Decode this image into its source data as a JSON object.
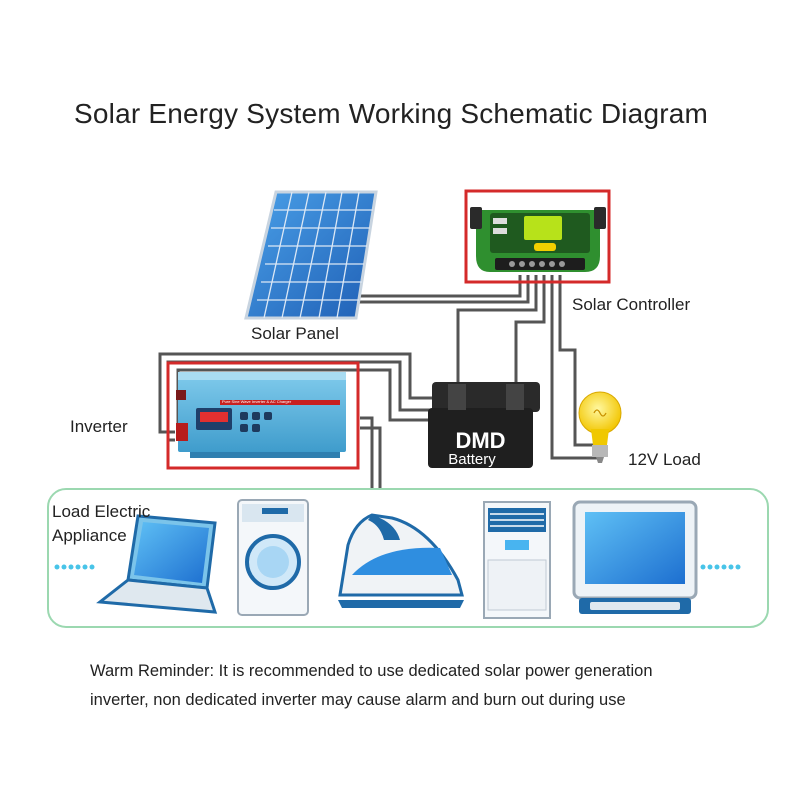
{
  "title": "Solar Energy System Working Schematic Diagram",
  "labels": {
    "solar_panel": "Solar Panel",
    "solar_controller": "Solar Controller",
    "inverter": "Inverter",
    "battery_brand": "DMD",
    "battery": "Battery",
    "load_12v": "12V Load",
    "load_appliance_line1": "Load Electric",
    "load_appliance_line2": "Appliance"
  },
  "inverter_face_text": "Pure Sine Wave Inverter & AC Charger",
  "reminder": {
    "line1": "Warm Reminder: It is recommended to use dedicated solar power generation",
    "line2": "inverter, non dedicated inverter may cause alarm and burn out during use"
  },
  "appliances": [
    "laptop-icon",
    "washing-machine-icon",
    "iron-icon",
    "air-conditioner-icon",
    "tv-icon"
  ],
  "colors": {
    "highlight_box": "#d42a2a",
    "panel_blue": "#2f7fd0",
    "controller_green": "#2f8f2f",
    "controller_lcd": "#b7e21a",
    "inverter_blue": "#59b4dd",
    "battery": "#1f1f1f",
    "wire": "#555555",
    "appliance_frame": "#9bd8b0",
    "dots": "#48c4e8"
  }
}
